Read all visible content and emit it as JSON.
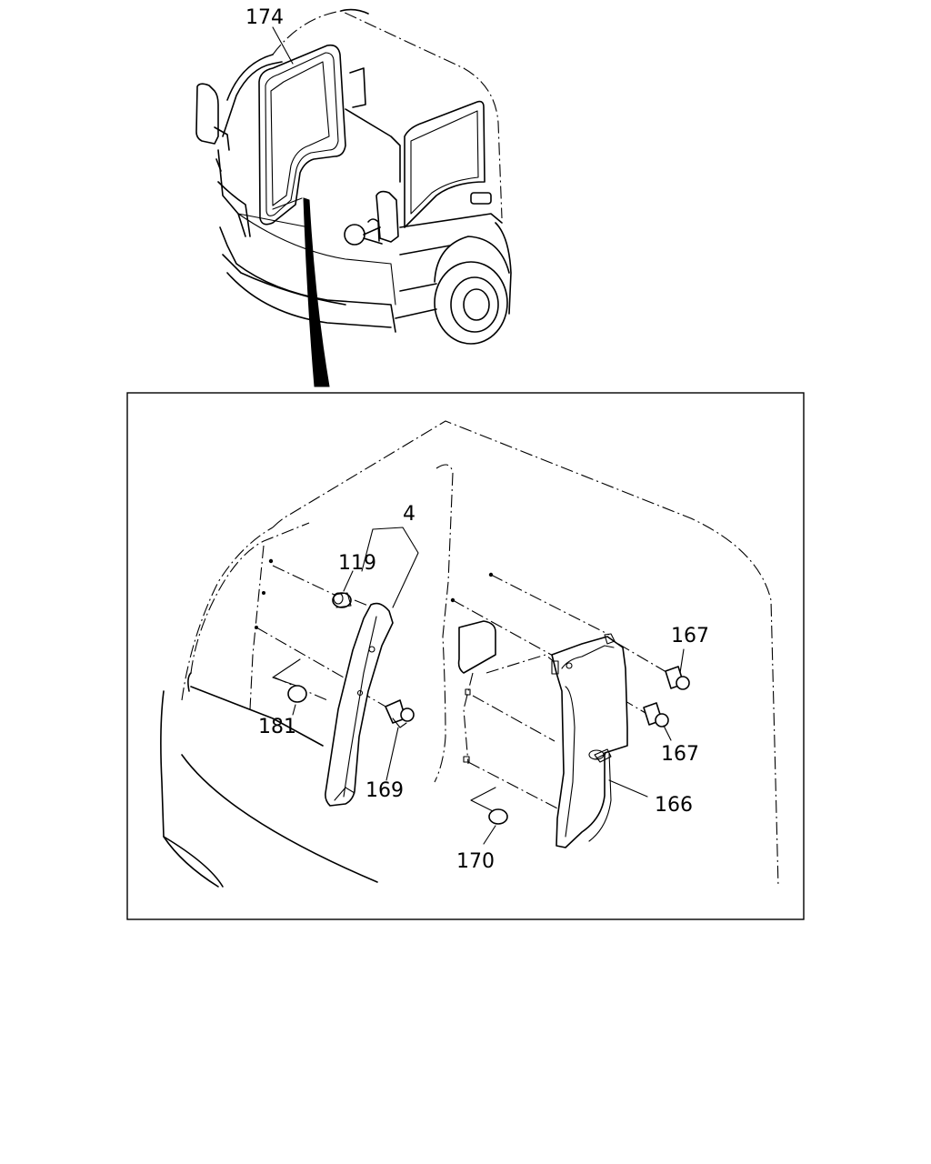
{
  "labels": {
    "l174": "174",
    "l4": "4",
    "l119": "119",
    "l181": "181",
    "l169": "169",
    "l167a": "167",
    "l167b": "167",
    "l166": "166",
    "l170": "170"
  }
}
